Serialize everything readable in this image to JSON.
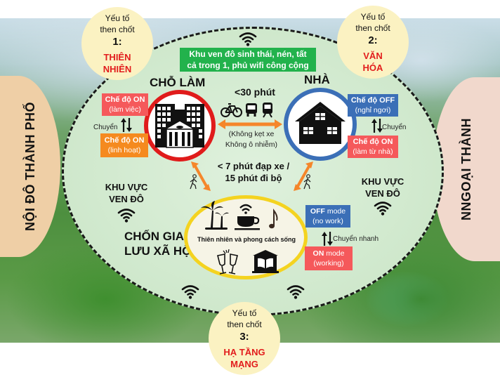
{
  "regions": {
    "inner_city": "NỘI ĐÔ THÀNH PHỐ",
    "outer_city": "NNGOẠI THÀNH"
  },
  "key_factors": [
    {
      "line1": "Yếu tố",
      "line2": "then chốt",
      "number": "1:",
      "value_line1": "THIÊN",
      "value_line2": "NHIÊN"
    },
    {
      "line1": "Yếu tố",
      "line2": "then chốt",
      "number": "2:",
      "value_line1": "VĂN",
      "value_line2": "HÓA"
    },
    {
      "line1": "Yếu tố",
      "line2": "then chốt",
      "number": "3:",
      "value_line1": "HẠ TẦNG",
      "value_line2": "MẠNG"
    }
  ],
  "banner": {
    "line1": "Khu ven đô sinh thái, nén, tất",
    "line2": "cả trong 1, phủ wifi công cộng"
  },
  "workplace": {
    "title": "CHỖ LÀM",
    "mode_on_work": {
      "title": "Chế độ ON",
      "sub": "(làm việc)"
    },
    "mode_on_flex": {
      "title": "Chế độ ON",
      "sub": "(linh hoạt)"
    },
    "switch_label": "Chuyển"
  },
  "home": {
    "title": "NHÀ",
    "mode_off": {
      "title": "Chế độ OFF",
      "sub": "(nghỉ ngơi)"
    },
    "mode_on": {
      "title": "Chế độ ON",
      "sub": "(làm từ nhà)"
    },
    "switch_label": "Chuyển"
  },
  "commute": {
    "time": "<30 phút",
    "note_line1": "(Không kẹt xe",
    "note_line2": "Không ô nhiễm)",
    "icons": [
      "bicycle-icon",
      "bus-icon",
      "train-icon"
    ]
  },
  "walk": {
    "line1": "< 7 phút đạp xe /",
    "line2": "15 phút đi bộ"
  },
  "suburb_labels": {
    "left_line1": "KHU VỰC",
    "left_line2": "VEN ĐÔ",
    "right_line1": "KHU VỰC",
    "right_line2": "VEN ĐÔ"
  },
  "social": {
    "title_line1": "CHỐN GIAO",
    "title_line2": "LƯU XÃ HỘI",
    "caption": "Thiên nhiên và phong cách sống",
    "off_mode": {
      "title_bold": "OFF",
      "title_rest": " mode",
      "sub": "(no work)"
    },
    "on_mode": {
      "title_bold": "ON",
      "title_rest": " mode",
      "sub": "(working)"
    },
    "switch_label": "Chuyển nhanh"
  },
  "colors": {
    "key_value_red": "#e21d1d",
    "banner_green": "#22b24c",
    "work_ring_red": "#e01b1b",
    "home_ring_blue": "#3b6fb7",
    "social_ring_yellow": "#f4d320",
    "mode_pink": "#f5595b",
    "mode_orange": "#f58a1f",
    "mode_blue": "#3b6fb7",
    "arrow_orange": "#f5862a"
  }
}
